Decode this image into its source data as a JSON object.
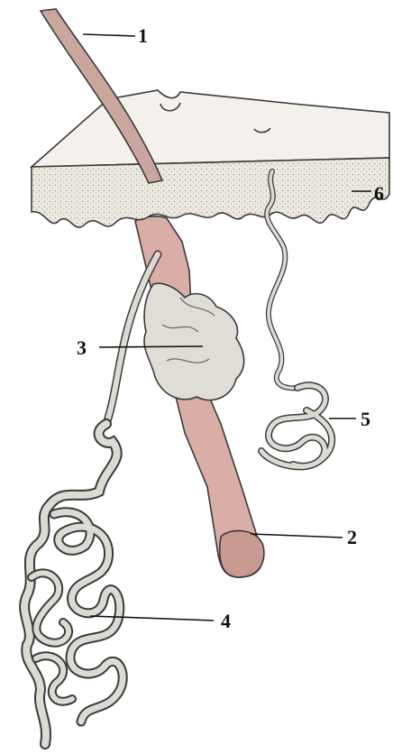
{
  "diagram": {
    "labels": [
      {
        "id": "1",
        "text": "1"
      },
      {
        "id": "2",
        "text": "2"
      },
      {
        "id": "3",
        "text": "3"
      },
      {
        "id": "4",
        "text": "4"
      },
      {
        "id": "5",
        "text": "5"
      },
      {
        "id": "6",
        "text": "6"
      }
    ],
    "colors": {
      "hair": "#c9a79f",
      "hair_root": "#d9aea6",
      "skin_top": "#f4f1ec",
      "skin_dermis": "#ebe7df",
      "gland": "#dcdad3",
      "sebaceous": "#e0ddd6",
      "outline": "#3a3a3a"
    }
  }
}
